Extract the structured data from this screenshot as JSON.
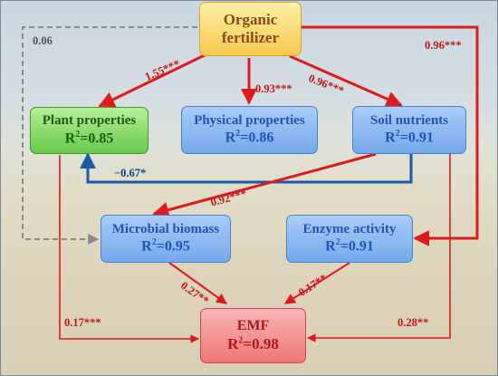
{
  "nodes": {
    "organic": {
      "line1": "Organic",
      "line2": "fertilizer"
    },
    "plant": {
      "title": "Plant properties",
      "r2": "0.85"
    },
    "physical": {
      "title": "Physical properties",
      "r2": "0.86"
    },
    "soil": {
      "title": "Soil nutrients",
      "r2": "0.91"
    },
    "microbial": {
      "title": "Microbial biomass",
      "r2": "0.95"
    },
    "enzyme": {
      "title": "Enzyme activity",
      "r2": "0.91"
    },
    "emf": {
      "title": "EMF",
      "r2": "0.98"
    }
  },
  "r2_prefix": "R",
  "r2_sup": "2",
  "coefficients": {
    "organic_plant": "1.55***",
    "organic_physical": "0.93***",
    "organic_soil": "0.96***",
    "organic_enzyme": "0.96***",
    "organic_microbial": "0.06",
    "soil_plant": "−0.67*",
    "soil_microbial": "0.92***",
    "microbial_emf": "0.27**",
    "enzyme_emf": "0.17**",
    "plant_emf": "0.17***",
    "soil_emf": "0.28**"
  },
  "colors": {
    "positive": "#e01a1a",
    "negative": "#1c5aa8",
    "nonsignificant": "#8c8c8c"
  }
}
